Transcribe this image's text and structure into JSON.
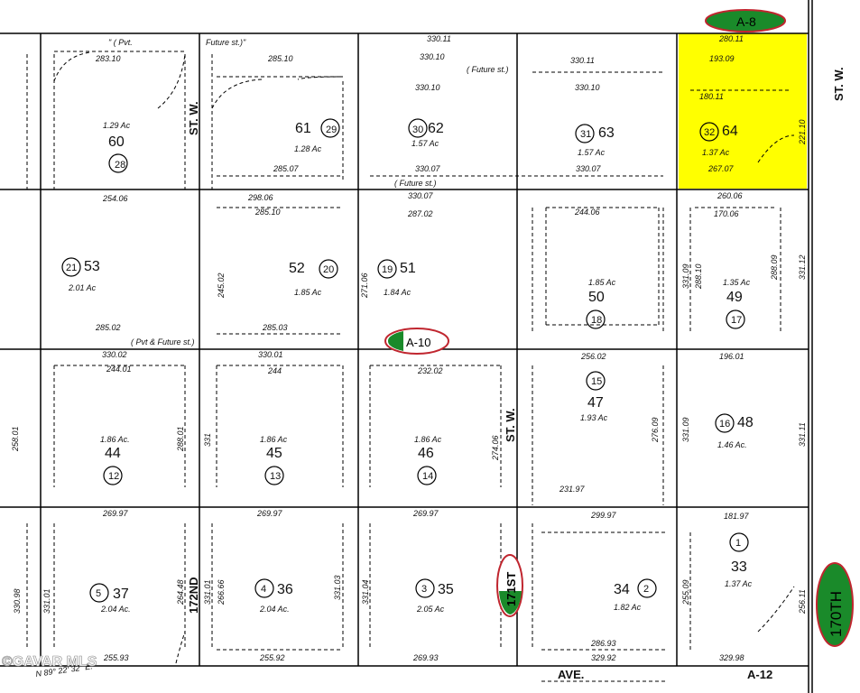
{
  "map": {
    "markers": [
      {
        "text": "A-8"
      },
      {
        "text": "A-10"
      },
      {
        "text": "171ST"
      },
      {
        "text": "170TH"
      }
    ],
    "streets": {
      "st_w_right": "ST. W.",
      "st_w_mid": "ST. W.",
      "st_w_left": "ST. W.",
      "nd172": "172ND",
      "ave": "AVE.",
      "a12": "A-12",
      "future_st": "( Future st.)",
      "future_st2": "( Future st.)",
      "pvt_future": "( Pvt & Future st.)",
      "pvt": "\" ( Pvt.",
      "future_top": "Future st.)\""
    },
    "watermark": "©GAVAR MLS",
    "bearing": "N 89° 22' 32\" E.",
    "parcels": [
      {
        "lot": "60",
        "num": "28",
        "area": "1.29 Ac"
      },
      {
        "lot": "61",
        "num": "29",
        "area": "1.28 Ac"
      },
      {
        "lot": "62",
        "num": "30",
        "area": "1.57 Ac"
      },
      {
        "lot": "63",
        "num": "31",
        "area": "1.57 Ac"
      },
      {
        "lot": "64",
        "num": "32",
        "area": "1.37 Ac"
      },
      {
        "lot": "53",
        "num": "21",
        "area": "2.01 Ac"
      },
      {
        "lot": "52",
        "num": "20",
        "area": "1.85 Ac"
      },
      {
        "lot": "51",
        "num": "19",
        "area": "1.84 Ac"
      },
      {
        "lot": "50",
        "num": "18",
        "area": "1.85 Ac"
      },
      {
        "lot": "49",
        "num": "17",
        "area": "1.35 Ac"
      },
      {
        "lot": "44",
        "num": "12",
        "area": "1.86 Ac."
      },
      {
        "lot": "45",
        "num": "13",
        "area": "1.86 Ac"
      },
      {
        "lot": "46",
        "num": "14",
        "area": "1.86 Ac"
      },
      {
        "lot": "47",
        "num": "15",
        "area": "1.93 Ac"
      },
      {
        "lot": "48",
        "num": "16",
        "area": "1.46 Ac."
      },
      {
        "lot": "37",
        "num": "5",
        "area": "2.04 Ac."
      },
      {
        "lot": "36",
        "num": "4",
        "area": "2.04 Ac."
      },
      {
        "lot": "35",
        "num": "3",
        "area": "2.05 Ac"
      },
      {
        "lot": "34",
        "num": "2",
        "area": "1.82 Ac"
      },
      {
        "lot": "33",
        "num": "1",
        "area": "1.37 Ac"
      }
    ],
    "dims": [
      "330.11",
      "280.11",
      "193.09",
      "180.11",
      "330.10",
      "285.10",
      "283.10",
      "254.06",
      "285.02",
      "330.02",
      "244.01",
      "330.01",
      "244",
      "232.02",
      "330.07",
      "287.02",
      "298.06",
      "285.03",
      "256.02",
      "196.01",
      "269.97",
      "181.97",
      "299.97",
      "231.97",
      "255.93",
      "255.92",
      "269.93",
      "286.93",
      "329.92",
      "329.98",
      "267.07",
      "285.07",
      "330.07",
      "244.06",
      "260.06",
      "170.06",
      "221.10",
      "288.09",
      "331.12",
      "331.11",
      "288.01",
      "331",
      "331.01",
      "264.48",
      "258.01",
      "266.66",
      "331.03",
      "331.04",
      "274.06",
      "276.09",
      "331.09",
      "255.09",
      "256.11",
      "330.98",
      "331.01",
      "271.06",
      "245.02",
      "331.09",
      "288.10"
    ],
    "colors": {
      "highlight": "#ffff00",
      "marker_green": "#1a8a2a",
      "marker_ring": "#c0262f"
    }
  }
}
